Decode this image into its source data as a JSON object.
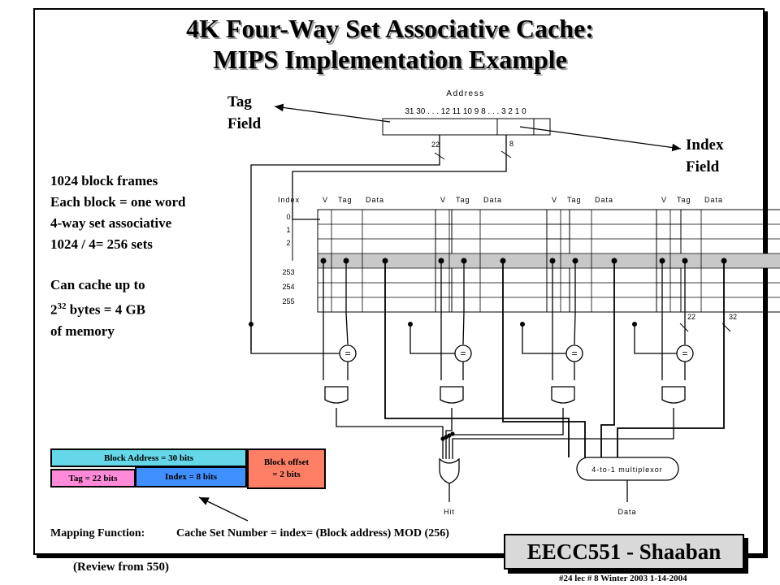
{
  "title_line1": "4K Four-Way Set Associative Cache:",
  "title_line2": "MIPS Implementation Example",
  "tag_field_label": [
    "Tag",
    "Field"
  ],
  "index_field_label": [
    "Index",
    "Field"
  ],
  "info_lines": [
    "1024 block frames",
    "Each block = one word",
    "4-way set associative",
    "1024 / 4=  256 sets"
  ],
  "cache_lines": {
    "line1": "Can cache up to",
    "line2_base": "2",
    "line2_sup": "32",
    "line2_rest": " bytes =  4 GB",
    "line3": "of memory"
  },
  "address": {
    "label": "Address",
    "bits": "31 30 . . . 12  11  10  9  8 . . . 3  2  1  0",
    "tag_width": "22",
    "index_width": "8"
  },
  "table": {
    "index_header": "Index",
    "way_headers": [
      "V",
      "Tag",
      "Data"
    ],
    "index_rows": [
      "0",
      "1",
      "2",
      "253",
      "254",
      "255"
    ],
    "bus_tag": "22",
    "bus_data": "32"
  },
  "comparator_symbol": "=",
  "mux_label": "4-to-1 multiplexor",
  "outputs": {
    "hit": "Hit",
    "data": "Data"
  },
  "address_breakdown": {
    "block_address": "Block Address  = 30 bits",
    "tag": "Tag  = 22 bits",
    "index": "Index  = 8 bits",
    "block_offset_line1": "Block offset",
    "block_offset_line2": "= 2 bits"
  },
  "mapping": {
    "label": "Mapping Function:",
    "formula": "Cache Set Number = index= (Block address) MOD (256)"
  },
  "review_note": "(Review from 550)",
  "course_badge": "EECC551 - Shaaban",
  "footer": "#24   lec # 8   Winter 2003  1-14-2004",
  "colors": {
    "block_address": "#66d7e8",
    "tag": "#ff8ad8",
    "index": "#3f8fff",
    "block_offset": "#ff7f66",
    "selected_row": "#c8c8c8"
  }
}
